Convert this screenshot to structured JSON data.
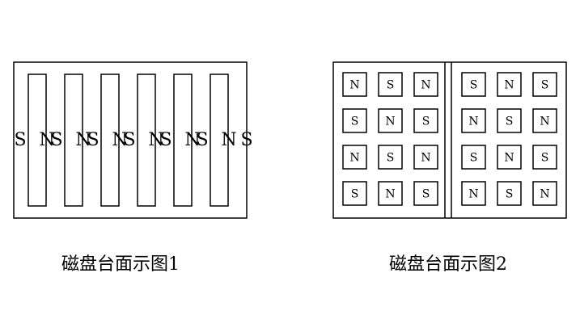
{
  "figure1": {
    "caption": "磁盘台面示图1",
    "magnet_bars": [
      {
        "left": "S",
        "right": "N"
      },
      {
        "left": "S",
        "right": "N"
      },
      {
        "left": "S",
        "right": "N"
      },
      {
        "left": "S",
        "right": "N"
      },
      {
        "left": "S",
        "right": "N"
      },
      {
        "left": "S",
        "right": "N"
      }
    ],
    "trailing_label": "S"
  },
  "figure2": {
    "caption": "磁盘台面示图2",
    "left_grid": [
      [
        "N",
        "S",
        "N"
      ],
      [
        "S",
        "N",
        "S"
      ],
      [
        "N",
        "S",
        "N"
      ],
      [
        "S",
        "N",
        "S"
      ]
    ],
    "right_grid": [
      [
        "S",
        "N",
        "S"
      ],
      [
        "N",
        "S",
        "N"
      ],
      [
        "S",
        "N",
        "S"
      ],
      [
        "N",
        "S",
        "N"
      ]
    ]
  }
}
